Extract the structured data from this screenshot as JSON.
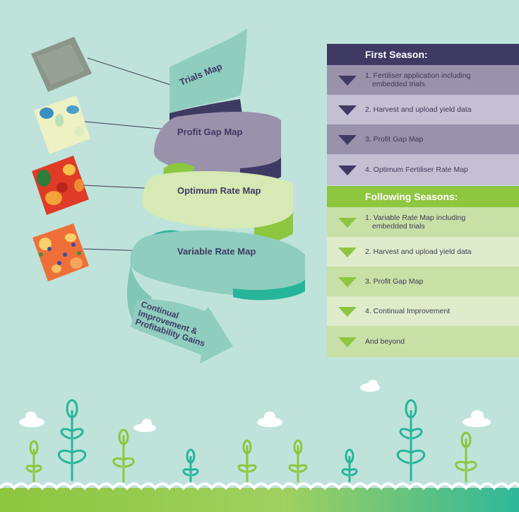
{
  "spiral_labels": {
    "trials": "Trials Map",
    "profit_gap": "Profit Gap Map",
    "optimum_rate": "Optimum Rate Map",
    "variable_rate": "Variable Rate Map",
    "arrow": [
      "Continual",
      "Improvement &",
      "Profitability Gains"
    ]
  },
  "first_season": {
    "title": "First Season:",
    "items": [
      [
        "1. Fertiliser application including",
        "   embedded trials"
      ],
      [
        "2. Harvest and upload yield data"
      ],
      [
        "3. Profit Gap Map"
      ],
      [
        "4. Optimum Fertiliser Rate Map"
      ]
    ]
  },
  "following_seasons": {
    "title": "Following Seasons:",
    "items": [
      [
        "1. Variable Rate Map including",
        "   embedded trials"
      ],
      [
        "2. Harvest and upload yield data"
      ],
      [
        "3. Profit Gap Map"
      ],
      [
        "4. Continual Improvement"
      ],
      [
        "And beyond"
      ]
    ]
  },
  "colors": {
    "background": "#bfe3da",
    "first_header": "#3e3a63",
    "first_row_dark": "#9a91ab",
    "first_row_light": "#c5bfd3",
    "following_header": "#8dc63f",
    "following_row_dark": "#c8e0a6",
    "following_row_light": "#dfeccb",
    "teal": "#26b59a",
    "grass": "#8dc63f"
  }
}
